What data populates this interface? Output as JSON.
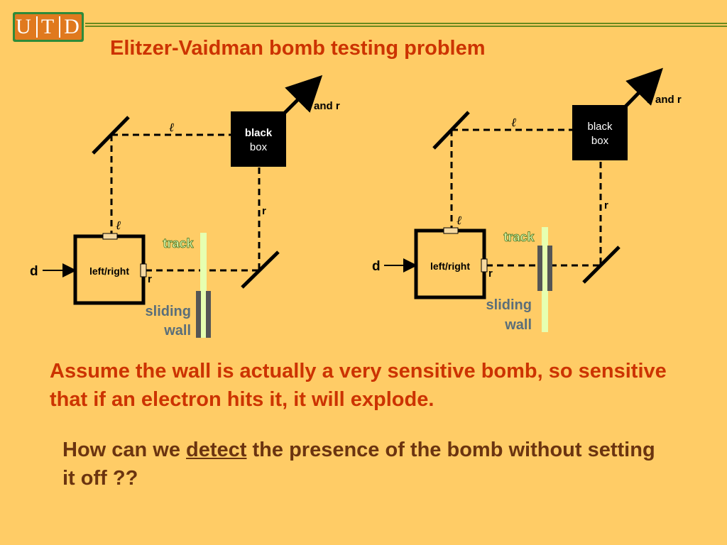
{
  "logo": {
    "letters": [
      "U",
      "T",
      "D"
    ]
  },
  "title": "Elitzer-Vaidman bomb testing problem",
  "diagram_left": {
    "black_box_line1": "black",
    "black_box_line2": "box",
    "output_label": "and r",
    "ell": "ℓ",
    "r": "r",
    "source": "d",
    "switch": "left/right",
    "track": "track",
    "wall_line1": "sliding",
    "wall_line2": "wall"
  },
  "diagram_right": {
    "black_box_line1": "black",
    "black_box_line2": "box",
    "output_label": "and r",
    "ell": "ℓ",
    "r": "r",
    "source": "d",
    "switch": "left/right",
    "track": "track",
    "wall_line1": "sliding",
    "wall_line2": "wall"
  },
  "paragraph1": "Assume the wall is actually a very sensitive bomb, so sensitive that if an electron hits it, it will explode.",
  "paragraph2": {
    "before": "How can we ",
    "underlined": "detect",
    "after": " the presence of the bomb without setting it off ??"
  },
  "colors": {
    "background": "#FFCC66",
    "title": "#CC3300",
    "question": "#6B3410",
    "track": "#E6FFB0",
    "wall": "#555555",
    "wall_label": "#5A6E7A"
  }
}
